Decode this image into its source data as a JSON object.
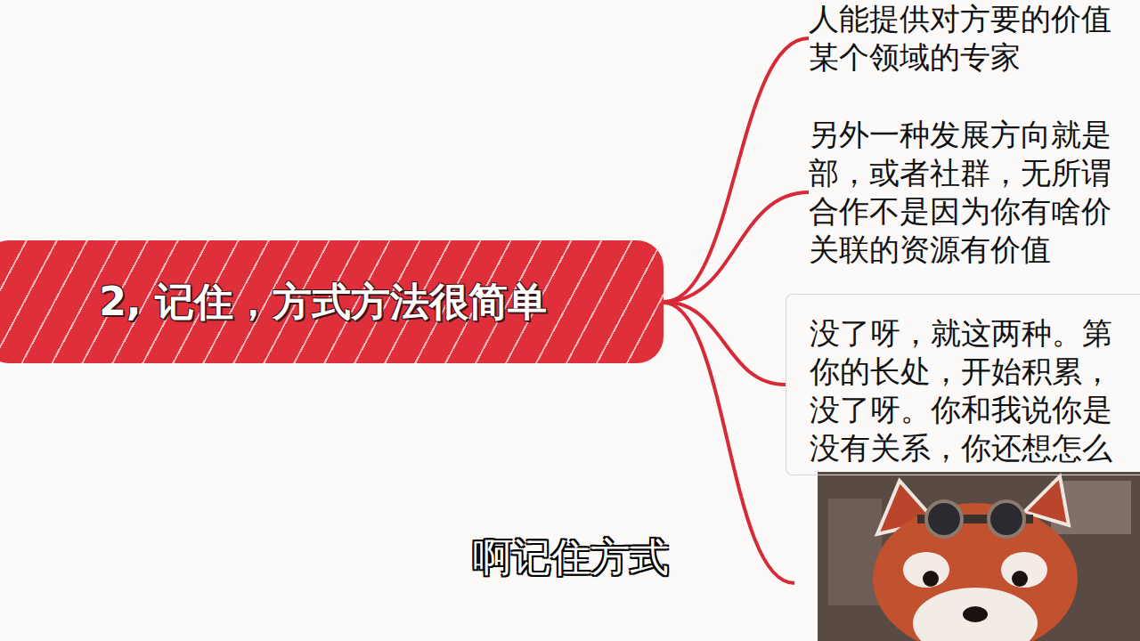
{
  "diagram": {
    "nodes": [
      {
        "text": [
          "2, 记住，方式方法很简单"
        ]
      },
      {
        "text": [
          "人能提供对方要的价值 某个领域的专家"
        ]
      },
      {
        "text": [
          "另外一种发展方向就是 部，或者社群，无所谓 合作不是因为你有啥价 关联的资源有价值"
        ]
      },
      {
        "text": [
          "没了呀，就这两种。第 你的长处，开始积累， 没了呀。你和我说你是 没有关系，你还想怎么"
        ]
      }
    ],
    "edges": [
      {
        "from": 0,
        "to": 1,
        "arrow": "none"
      },
      {
        "from": 0,
        "to": 2,
        "arrow": "none"
      },
      {
        "from": 0,
        "to": 3,
        "arrow": "none"
      }
    ],
    "labels": [
      "啊记住方式"
    ]
  }
}
